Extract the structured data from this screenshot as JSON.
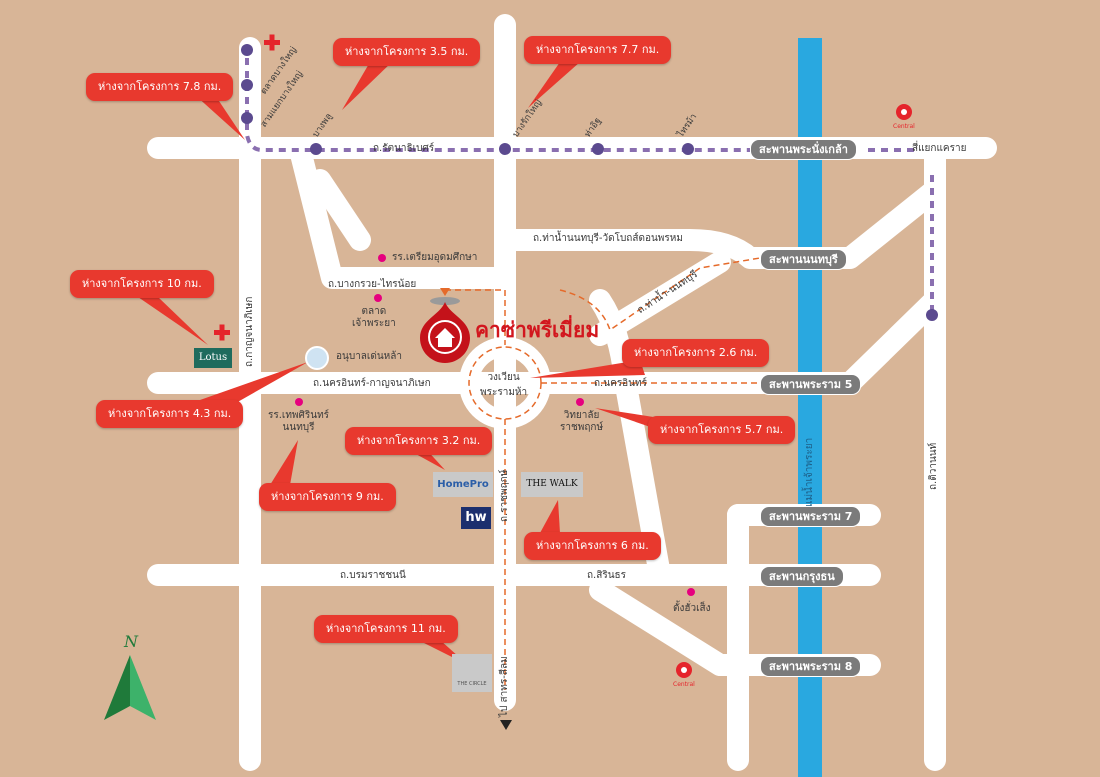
{
  "project": {
    "name": "คาซ่าพรีเมี่ยม",
    "icon": "home-pin-icon",
    "color": "#d2161e"
  },
  "colors": {
    "background": "#d8b597",
    "road": "#ffffff",
    "river": "#29a8e0",
    "train_line": "#5b4a8f",
    "callout": "#e8392e",
    "poi_dot": "#e6007e",
    "bridge_label": "#7b7b7b"
  },
  "roads": {
    "rattanathibet": "ถ.รัตนาธิเบศร์",
    "tha_nam_wat_bot": "ถ.ท่าน้ำนนทบุรี-วัดโบถส์ดอนพรหม",
    "bangkruai_sainoi": "ถ.บางกรวย-ไทรน้อย",
    "tha_nam_nonthaburi": "ถ.ท่าน้ำ-นนทบุรี",
    "nakhon_in_kanchana": "ถ.นครอินทร์-กาญจนาภิเษก",
    "nakhon_in": "ถ.นครอินทร์",
    "kanchanaphisek": "ถ.กาญจนาภิเษก",
    "borommaratchachonnani": "ถ.บรมราชชนนี",
    "sirindhorn": "ถ.สิรินธร",
    "ratchaphruek": "ถ.ราชพฤกษ์",
    "to_sathorn": "ไป สาทร-สีลม",
    "tiwanon": "ถ.ติวานนท์",
    "river": "แม่น้ำเจ้าพระยา",
    "khae_rai": "สี่แยกแคราย"
  },
  "bridges": [
    "สะพานพระนั่งเกล้า",
    "สะพานนนทบุรี",
    "สะพานพระราม 5",
    "สะพานพระราม 7",
    "สะพานกรุงธน",
    "สะพานพระราม 8"
  ],
  "stations": [
    "ตลาดบางใหญ่",
    "สามแยกบางใหญ่",
    "บางพลู",
    "บางรักใหญ่",
    "ท่าอิฐ",
    "ไทรม้า"
  ],
  "places": {
    "triam_udom": "รร.เตรียมอุดมศึกษา",
    "market": "ตลาด\nเจ้าพระยา",
    "kindergarten": "อนุบาลเด่นหล้า",
    "roundabout": "วงเวียน\nพระรามห้า",
    "thepsirin": "รร.เทพศิรินทร์\nนนทบุรี",
    "ratchaphruek_college": "วิทยาลัย\nราชพฤกษ์",
    "tang_hua_seng": "ตั้งฮั่วเส็ง"
  },
  "logos": {
    "lotus": "Lotus",
    "homepro": "HomePro",
    "homeworks": "hw",
    "the_walk": "THE WALK",
    "the_circle": "THE CIRCLE",
    "central": "Central"
  },
  "callouts": [
    "ห่างจากโครงการ 7.8 กม.",
    "ห่างจากโครงการ 3.5 กม.",
    "ห่างจากโครงการ 7.7 กม.",
    "ห่างจากโครงการ 10 กม.",
    "ห่างจากโครงการ 4.3 กม.",
    "ห่างจากโครงการ 2.6 กม.",
    "ห่างจากโครงการ 5.7 กม.",
    "ห่างจากโครงการ 3.2 กม.",
    "ห่างจากโครงการ 9 กม.",
    "ห่างจากโครงการ 6 กม.",
    "ห่างจากโครงการ 11 กม."
  ],
  "compass": {
    "label": "N",
    "icon": "north-arrow-icon"
  }
}
